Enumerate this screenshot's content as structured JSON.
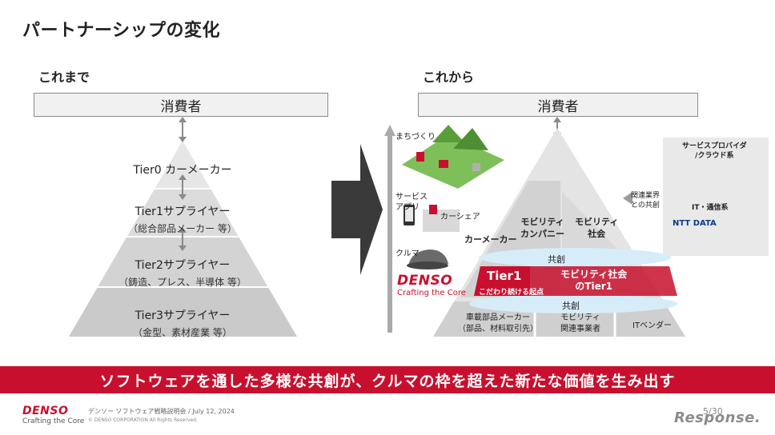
{
  "title": "パートナーシップの変化",
  "left": {
    "heading": "これまで",
    "consumer": "消費者",
    "tiers": [
      {
        "main": "Tier0 カーメーカー",
        "sub": ""
      },
      {
        "main": "Tier1サプライヤー",
        "sub": "（総合部品メーカー 等）"
      },
      {
        "main": "Tier2サプライヤー",
        "sub": "（鋳造、プレス、半導体 等）"
      },
      {
        "main": "Tier3サプライヤー",
        "sub": "（金型、素材産業 等）"
      }
    ]
  },
  "right": {
    "heading": "これから",
    "consumer": "消費者",
    "axis_labels": {
      "town": "まちづくり",
      "service_app": "サービス\nアプリ",
      "car_share": "カーシェア",
      "car": "クルマ"
    },
    "pyramid": {
      "car_maker": "カーメーカー",
      "mobility_company": "モビリティ\nカンパニー",
      "mobility_society": "モビリティ\n社会",
      "cocreation_top": "共創",
      "tier1": "Tier1",
      "tier1_sub": "こだわり続ける起点",
      "mobility_tier1": "モビリティ社会\nのTier1",
      "cocreation_bottom": "共創",
      "parts_maker": "車載部品メーカー\n（部品、材料取引先）",
      "mobility_business": "モビリティ\n関連事業者",
      "it_vendor": "ITベンダー"
    },
    "related_industry": "関連業界\nとの共創",
    "panel": {
      "service_provider": "サービスプロバイダ\n/クラウド系",
      "it_telecom": "IT・通信系",
      "ntt_data": "NTT DATA"
    },
    "denso_logo": "DENSO",
    "denso_tagline": "Crafting the Core"
  },
  "banner": "ソフトウェアを通した多様な共創が、クルマの枠を超えた新たな価値を生み出す",
  "footer": {
    "logo": "DENSO",
    "tagline": "Crafting the Core",
    "event": "デンソー ソフトウェア戦略説明会 / July 12, 2024",
    "copyright": "© DENSO CORPORATION All Rights Reserved.",
    "page": "5/30",
    "watermark": "Response."
  },
  "colors": {
    "brand_red": "#c8102e",
    "pyramid_gray": "#dcdcdc",
    "cocreation_blue": "#d6ecf8"
  }
}
